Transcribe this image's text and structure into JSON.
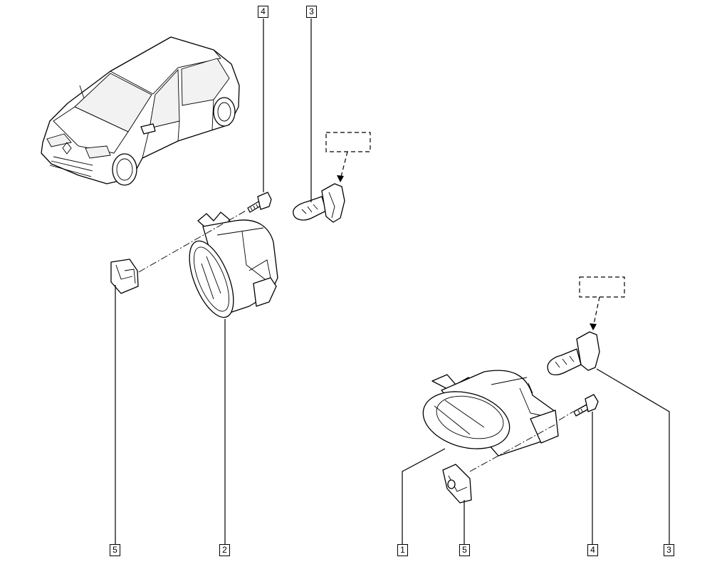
{
  "callouts": {
    "left_screw": "4",
    "left_bulb": "3",
    "left_clip": "5",
    "left_lamp": "2",
    "right_lamp": "1",
    "right_clip": "5",
    "right_screw": "4",
    "right_bulb": "3"
  }
}
